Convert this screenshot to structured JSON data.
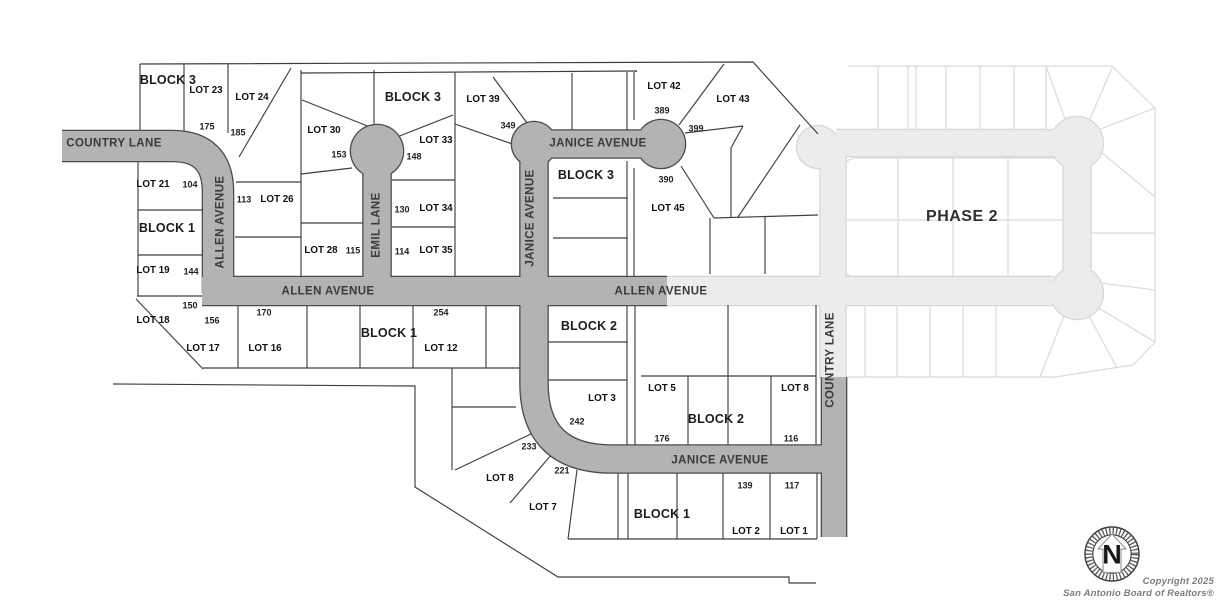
{
  "map": {
    "streets": {
      "country_lane": "COUNTRY LANE",
      "allen_avenue": "ALLEN AVENUE",
      "emil_lane": "EMIL LANE",
      "janice_avenue": "JANICE AVENUE"
    },
    "blocks": {
      "block_1": "BLOCK 1",
      "block_2": "BLOCK 2",
      "block_3": "BLOCK 3"
    },
    "phase": "PHASE 2",
    "lots": {
      "lot_1": "LOT 1",
      "lot_2": "LOT 2",
      "lot_3": "LOT 3",
      "lot_5": "LOT 5",
      "lot_7": "LOT 7",
      "lot_8": "LOT 8",
      "lot_12": "LOT 12",
      "lot_16": "LOT 16",
      "lot_17": "LOT 17",
      "lot_18": "LOT 18",
      "lot_19": "LOT 19",
      "lot_21": "LOT 21",
      "lot_23": "LOT 23",
      "lot_24": "LOT 24",
      "lot_26": "LOT 26",
      "lot_28": "LOT 28",
      "lot_30": "LOT 30",
      "lot_33": "LOT 33",
      "lot_34": "LOT 34",
      "lot_35": "LOT 35",
      "lot_39": "LOT 39",
      "lot_42": "LOT 42",
      "lot_43": "LOT 43",
      "lot_45": "LOT 45"
    },
    "dimensions": {
      "n104": "104",
      "n113": "113",
      "n114": "114",
      "n115": "115",
      "n116": "116",
      "n117": "117",
      "n130": "130",
      "n139": "139",
      "n144": "144",
      "n148": "148",
      "n150": "150",
      "n153": "153",
      "n156": "156",
      "n170": "170",
      "n175": "175",
      "n176": "176",
      "n185": "185",
      "n221": "221",
      "n233": "233",
      "n242": "242",
      "n254": "254",
      "n349": "349",
      "n389": "389",
      "n390": "390",
      "n399": "399"
    }
  },
  "compass": {
    "north": "N"
  },
  "footer": {
    "line1": "Copyright 2025",
    "line2": "San Antonio Board of Realtors®"
  },
  "colors": {
    "road_dark": "#b3b3b3",
    "road_outline": "#4b4b4b",
    "road_light": "#ececec",
    "road_light_edge": "#d6d6d6",
    "lot_line": "#3f3f3f",
    "phase_line": "#dadada"
  }
}
